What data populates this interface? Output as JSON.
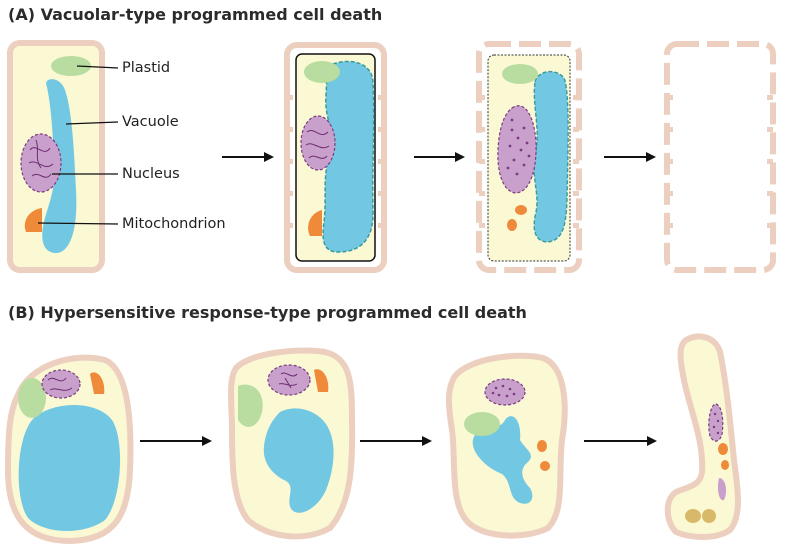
{
  "panel_a": {
    "title": "(A) Vacuolar-type programmed cell death",
    "labels": {
      "plastid": "Plastid",
      "vacuole": "Vacuole",
      "nucleus": "Nucleus",
      "mitochondrion": "Mitochondrion"
    }
  },
  "panel_b": {
    "title": "(B) Hypersensitive response-type programmed cell death"
  },
  "colors": {
    "cell_wall": "#eccfbf",
    "cytoplasm": "#fbf8d4",
    "vacuole": "#72c8e2",
    "vacuole_border": "#3a9a9a",
    "nucleus": "#c99fcc",
    "nucleus_border": "#7a3d80",
    "plastid": "#b9dca0",
    "mitochondrion": "#ee8a3a",
    "arrow": "#111111"
  }
}
